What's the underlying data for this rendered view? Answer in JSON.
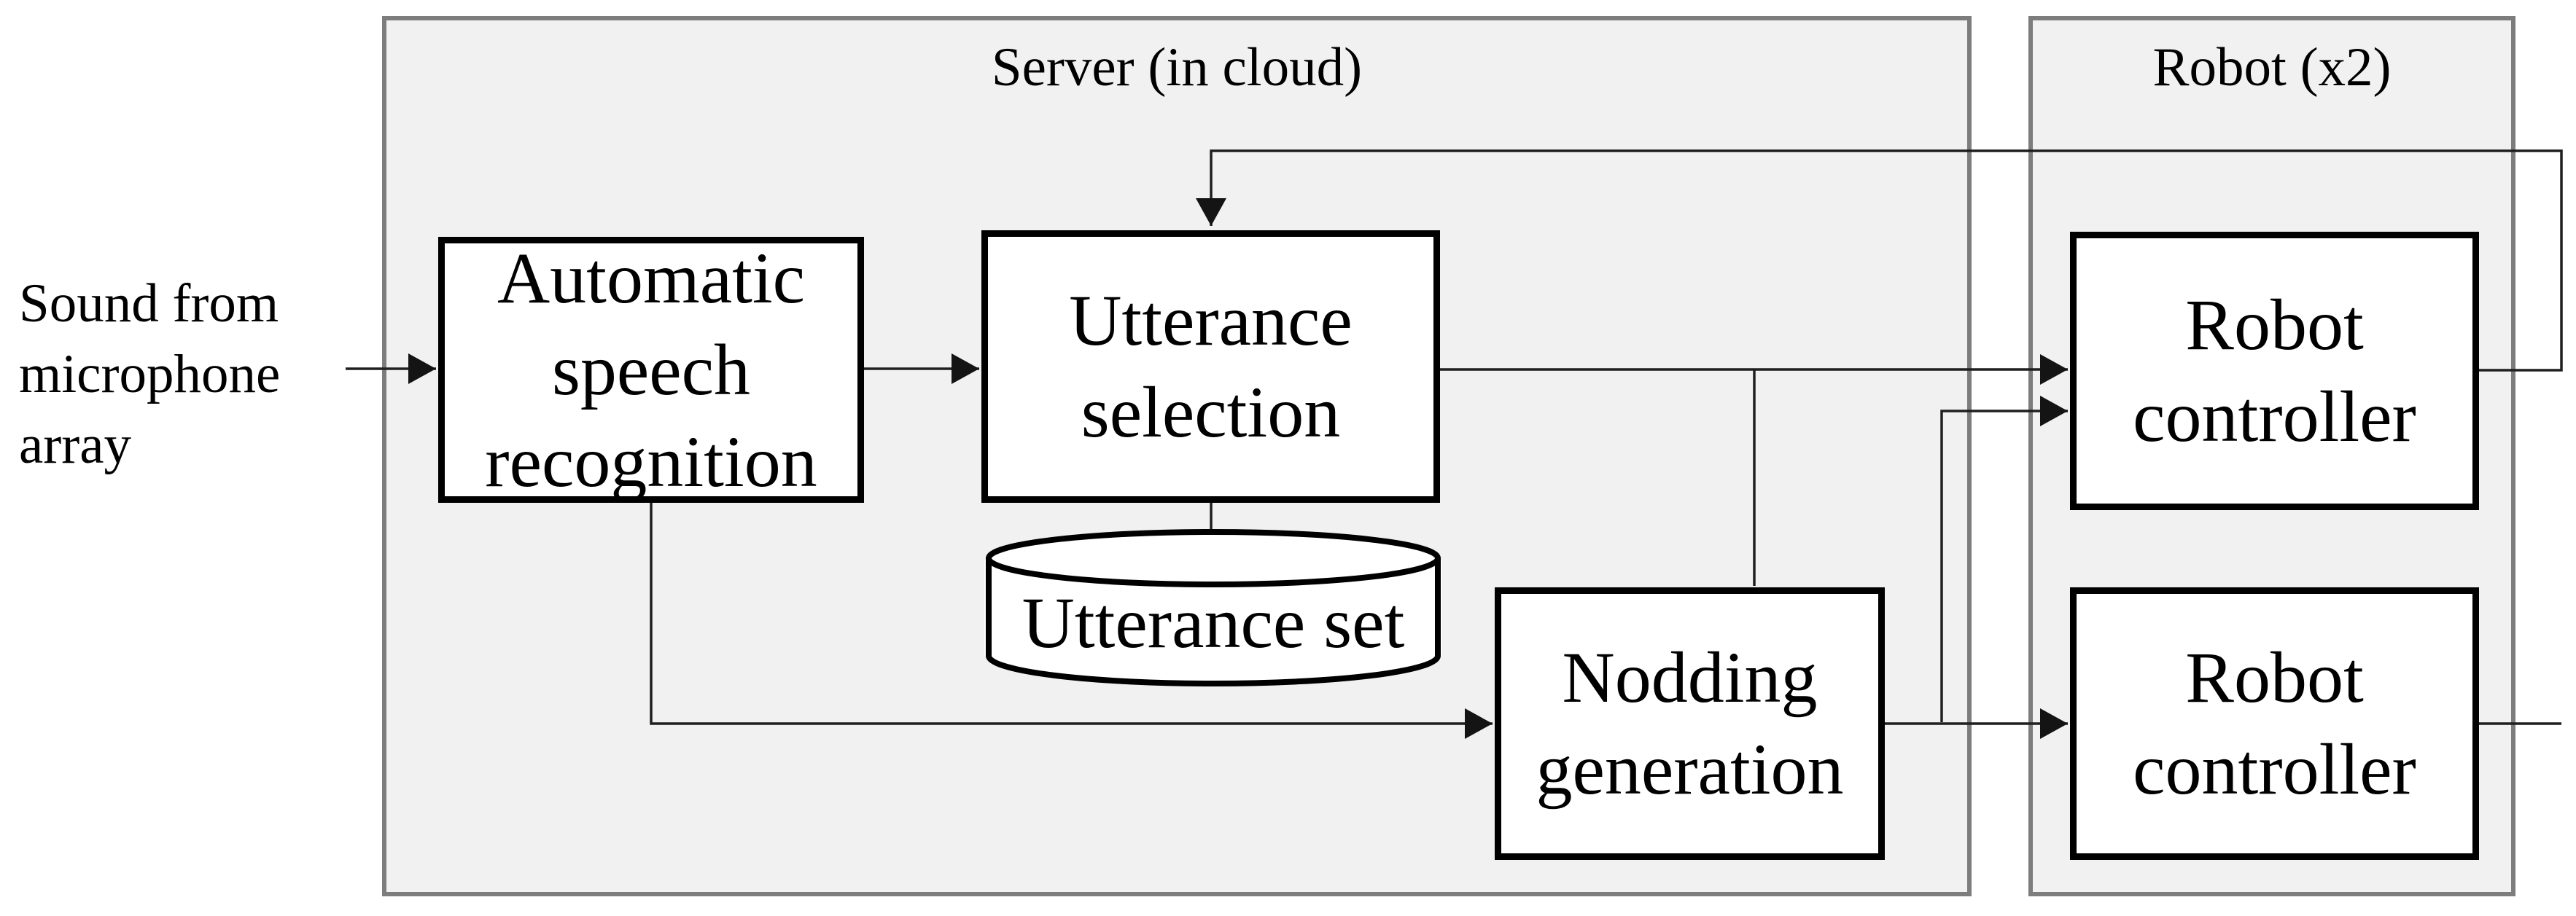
{
  "labels": {
    "source": {
      "l1": "Sound from",
      "l2": "microphone",
      "l3": "array"
    },
    "server_group": "Server (in cloud)",
    "robot_group": "Robot (x2)",
    "asr": {
      "l1": "Automatic",
      "l2": "speech",
      "l3": "recognition"
    },
    "utterance_selection": {
      "l1": "Utterance",
      "l2": "selection"
    },
    "utterance_set": "Utterance set",
    "nodding_generation": {
      "l1": "Nodding",
      "l2": "generation"
    },
    "robot_controller_1": {
      "l1": "Robot",
      "l2": "controller"
    },
    "robot_controller_2": {
      "l1": "Robot",
      "l2": "controller"
    }
  },
  "colors": {
    "canvas": "#ffffff",
    "group_fill": "#f1f1f1",
    "group_border": "#7d7d7d",
    "node_fill": "#ffffff",
    "node_border": "#000000",
    "connector": "#1f1f1f"
  },
  "edges": [
    {
      "from": "microphone-array",
      "to": "automatic-speech-recognition",
      "arrow": true
    },
    {
      "from": "automatic-speech-recognition",
      "to": "utterance-selection",
      "arrow": true
    },
    {
      "from": "utterance-selection",
      "to": "robot-controller-1",
      "arrow": true
    },
    {
      "from": "utterance-selection",
      "to": "nodding-generation",
      "arrow": false
    },
    {
      "from": "automatic-speech-recognition",
      "to": "nodding-generation",
      "arrow": true
    },
    {
      "from": "nodding-generation",
      "to": "robot-controller-2",
      "arrow": true
    },
    {
      "from": "nodding-generation",
      "to": "robot-controller-1",
      "arrow": true
    },
    {
      "from": "robot-controller-1",
      "to": "utterance-selection",
      "arrow": true,
      "type": "feedback"
    },
    {
      "from": "robot-controller-2",
      "to": "utterance-selection",
      "arrow": true,
      "type": "feedback"
    },
    {
      "from": "utterance-selection",
      "to": "utterance-set",
      "arrow": false
    }
  ]
}
